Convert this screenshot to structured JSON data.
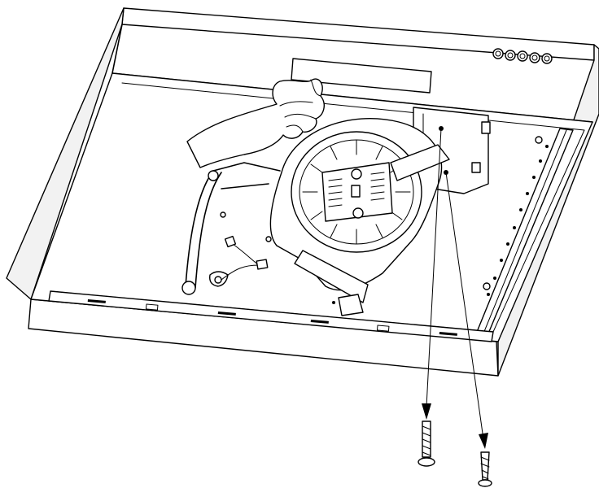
{
  "diagram": {
    "subject": "range-hood-underside-motor-removal",
    "components": {
      "hood": {
        "icon": "range-hood-icon"
      },
      "control_panel": {
        "icon": "control-knobs-icon",
        "knob_count": 5
      },
      "blower": {
        "icon": "blower-fan-icon"
      },
      "motor_bracket": {
        "icon": "bracket-icon"
      },
      "wiring": {
        "icon": "wire-connector-icon"
      },
      "hand": {
        "icon": "hand-icon"
      },
      "screws": {
        "icon": "screw-icon",
        "count": 2
      }
    },
    "colors": {
      "line": "#000000",
      "background": "#ffffff"
    }
  }
}
